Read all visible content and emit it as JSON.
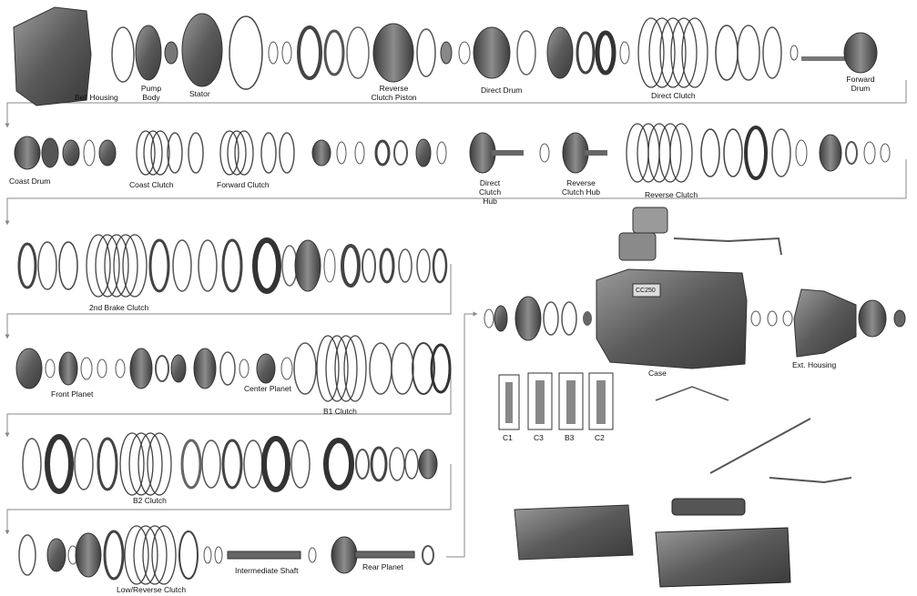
{
  "diagram": {
    "row1_labels": {
      "bell_housing": "Bell Housing",
      "pump_body": "Pump Body",
      "stator": "Stator",
      "reverse_clutch_piston": "Reverse Clutch Piston",
      "direct_drum": "Direct Drum",
      "direct_clutch": "Direct Clutch",
      "forward_drum": "Forward Drum"
    },
    "row2_labels": {
      "coast_drum": "Coast Drum",
      "coast_clutch": "Coast Clutch",
      "forward_clutch": "Forward Clutch",
      "direct_clutch_hub": "Direct Clutch Hub",
      "reverse_clutch_hub": "Reverse Clutch Hub",
      "reverse_clutch": "Reverse Clutch"
    },
    "row3_labels": {
      "second_brake_clutch": "2nd Brake Clutch"
    },
    "row4_labels": {
      "front_planet": "Front Planet",
      "center_planet": "Center Planet",
      "b1_clutch": "B1 Clutch"
    },
    "row5_labels": {
      "b2_clutch": "B2 Clutch"
    },
    "row6_labels": {
      "low_reverse_clutch": "Low/Reverse Clutch",
      "intermediate_shaft": "Intermediate Shaft",
      "rear_planet": "Rear Planet"
    },
    "right_labels": {
      "case": "Case",
      "ext_housing": "Ext. Housing",
      "case_stamp": "CC250"
    },
    "accumulators": [
      "C1",
      "C3",
      "B3",
      "C2"
    ],
    "colors": {
      "part_dark": "#4a4a4a",
      "part_mid": "#7a7a7a",
      "part_light": "#b5b5b5",
      "line": "#8a8a8a",
      "label": "#111111"
    }
  }
}
